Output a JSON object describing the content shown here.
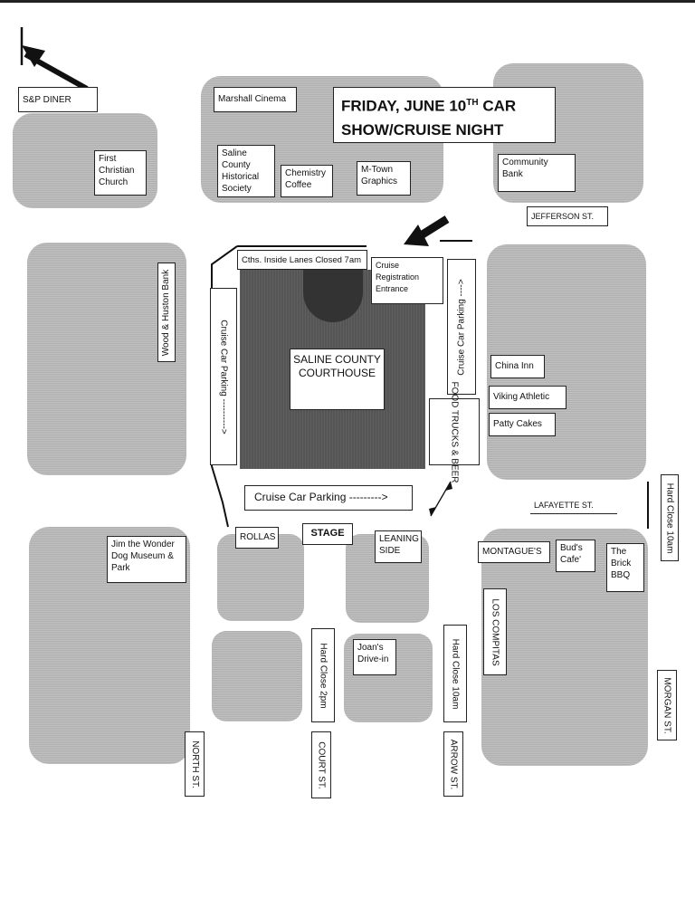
{
  "title": {
    "line1": "FRIDAY, JUNE 10",
    "sup": "TH",
    "line1_end": " CAR",
    "line2": "SHOW/CRUISE NIGHT"
  },
  "places": {
    "sp_diner": "S&P DINER",
    "marshall_cinema": "Marshall Cinema",
    "first_christian": "First Christian Church",
    "saline_historical": "Saline County Historical Society",
    "chemistry_coffee": "Chemistry Coffee",
    "mtown_graphics": "M-Town Graphics",
    "community_bank": "Community Bank",
    "wood_huston": "Wood & Huston Bank",
    "courthouse": "SALINE COUNTY COURTHOUSE",
    "china_inn": "China Inn",
    "viking_athletic": "Viking Athletic",
    "patty_cakes": "Patty Cakes",
    "jim_wonder_dog": "Jim the Wonder Dog Museum & Park",
    "rollas": "ROLLAS",
    "stage": "STAGE",
    "leaning_side": "LEANING SIDE",
    "montagues": "MONTAGUE'S",
    "buds_cafe": "Bud's Cafe'",
    "brick_bbq": "The Brick BBQ",
    "los_compitas": "LOS COMPITAS",
    "joans_drivein": "Joan's Drive-in"
  },
  "notes": {
    "inside_lanes": "Cths. Inside Lanes Closed 7am",
    "cruise_registration": "Cruise Registration Entrance",
    "cruise_parking_left": "Cruise Car Parking ---------->",
    "cruise_parking_right": "Cruise Car Parking ---->",
    "cruise_parking_bottom": "Cruise Car Parking --------->",
    "food_trucks": "FOOD TRUCKS & BEER",
    "hard_close_10am_lafayette": "Hard Close 10am",
    "hard_close_2pm": "Hard Close 2pm",
    "hard_close_10am_arrow": "Hard Close 10am"
  },
  "streets": {
    "jefferson": "JEFFERSON ST.",
    "lafayette": "LAFAYETTE ST.",
    "north": "NORTH ST.",
    "court": "COURT ST.",
    "arrow": "ARROW ST.",
    "morgan": "MORGAN ST."
  }
}
